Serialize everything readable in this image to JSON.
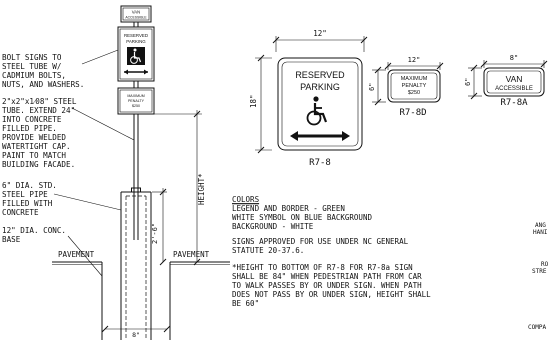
{
  "post_detail": {
    "sign_van": [
      "VAN",
      "ACCESSIBLE"
    ],
    "sign_reserved": [
      "RESERVED",
      "PARKING"
    ],
    "sign_penalty": [
      "MAXIMUM",
      "PENALTY",
      "$250"
    ],
    "note_bolt": [
      "BOLT SIGNS TO",
      "STEEL TUBE W/",
      "CADMIUM BOLTS,",
      "NUTS, AND WASHERS."
    ],
    "note_tube": [
      "2\"x2\"x1⁄08\" STEEL",
      "TUBE. EXTEND 24\"",
      "INTO CONCRETE",
      "FILLED PIPE.",
      "PROVIDE WELDED",
      "WATERTIGHT CAP.",
      "PAINT TO MATCH",
      "BUILDING FACADE."
    ],
    "note_pipe": [
      "6\" DIA. STD.",
      "STEEL PIPE",
      "FILLED WITH",
      "CONCRETE"
    ],
    "note_base": [
      "12\" DIA. CONC.",
      "BASE"
    ],
    "pavement_left": "PAVEMENT",
    "pavement_right": "PAVEMENT",
    "height_label": "HEIGHT*",
    "dim_embed": "2'-6\"",
    "dim_bottom": "8\""
  },
  "sign_elevations": {
    "r78": {
      "label": "R7-8",
      "text": [
        "RESERVED",
        "PARKING"
      ],
      "width_dim": "12\"",
      "height_dim": "18\""
    },
    "r78d": {
      "label": "R7-8D",
      "text": [
        "MAXIMUM",
        "PENALTY",
        "$250"
      ],
      "width_dim": "12\"",
      "height_dim": "6\""
    },
    "r78a": {
      "label": "R7-8A",
      "text": [
        "VAN",
        "ACCESSIBLE"
      ],
      "width_dim": "8\"",
      "height_dim": "6\""
    }
  },
  "notes": {
    "colors_heading": "COLORS",
    "colors_lines": [
      "LEGEND AND BORDER - GREEN",
      "WHITE SYMBOL ON BLUE BACKGROUND",
      "BACKGROUND - WHITE"
    ],
    "approved_lines": [
      "SIGNS APPROVED FOR USE UNDER NC GENERAL",
      "STATUTE 20-37.6."
    ],
    "height_lines": [
      "*HEIGHT TO BOTTOM OF R7-8 FOR R7-8a SIGN",
      "SHALL BE 84\" WHEN PEDESTRIAN PATH FROM CAR",
      "TO WALK PASSES BY OR UNDER SIGN. WHEN PATH",
      "DOES NOT PASS BY OR UNDER SIGN, HEIGHT SHALL",
      "BE 60\""
    ]
  },
  "edge_fragments": [
    "ANG",
    "HANI",
    "RO",
    "STRE",
    "COMPA"
  ]
}
